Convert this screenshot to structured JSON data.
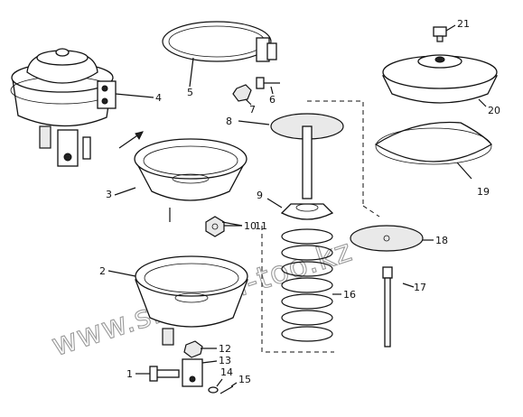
{
  "watermark": "www.sinmon-too.kz",
  "callouts": [
    "1",
    "2",
    "3",
    "4",
    "5",
    "6",
    "7",
    "8",
    "9",
    "10",
    "11",
    "12",
    "13",
    "14",
    "15",
    "16",
    "17",
    "18",
    "19",
    "20",
    "21"
  ],
  "colors": {
    "ink": "#111111",
    "watermark": "#9a9a9a",
    "background": "#ffffff"
  }
}
